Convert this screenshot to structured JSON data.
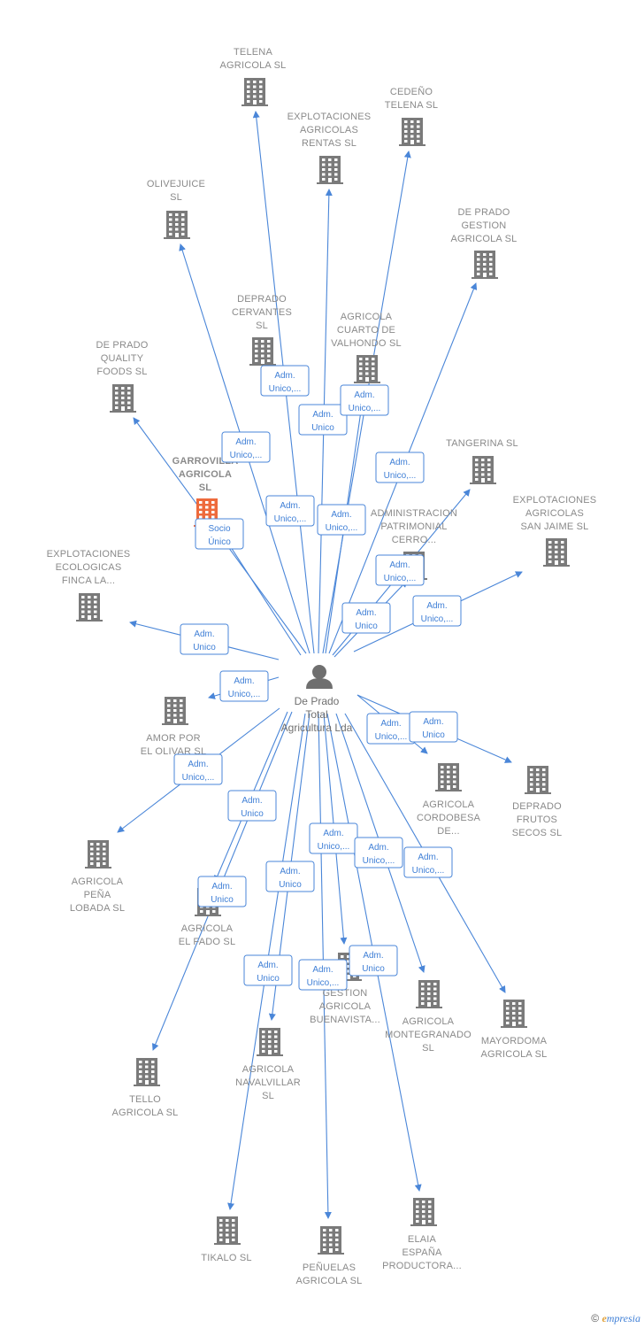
{
  "colors": {
    "edge": "#4a86d8",
    "building": "#7a7a7a",
    "highlight": "#ee6a3c",
    "person": "#6f6f6f",
    "label": "#8a8a8a"
  },
  "center": {
    "name": "center-person",
    "icon": "person-icon",
    "label": [
      "De Prado",
      "Total",
      "Agricultura Lda"
    ]
  },
  "nodes": [
    {
      "id": "telena",
      "label": [
        "TELENA",
        "AGRICOLA  SL"
      ]
    },
    {
      "id": "cedeno",
      "label": [
        "CEDEÑO",
        "TELENA  SL"
      ]
    },
    {
      "id": "explot-rentas",
      "label": [
        "EXPLOTACIONES",
        "AGRICOLAS",
        "RENTAS  SL"
      ]
    },
    {
      "id": "olivejuice",
      "label": [
        "OLIVEJUICE",
        "SL"
      ]
    },
    {
      "id": "deprado-gestion",
      "label": [
        "DE PRADO",
        "GESTION",
        "AGRICOLA  SL"
      ]
    },
    {
      "id": "deprado-cervantes",
      "label": [
        "DEPRADO",
        "CERVANTES",
        "SL"
      ]
    },
    {
      "id": "cuarto-valhondo",
      "label": [
        "AGRICOLA",
        "CUARTO DE",
        "VALHONDO  SL"
      ]
    },
    {
      "id": "deprado-quality",
      "label": [
        "DE PRADO",
        "QUALITY",
        "FOODS  SL"
      ]
    },
    {
      "id": "garrovilla",
      "label": [
        "GARROVILLA",
        "AGRICOLA",
        "SL"
      ],
      "highlight": true
    },
    {
      "id": "tangerina",
      "label": [
        "TANGERINA SL"
      ]
    },
    {
      "id": "admin-patrimonial",
      "label": [
        "ADMINISTRACION",
        "PATRIMONIAL",
        "CERRO..."
      ]
    },
    {
      "id": "san-jaime",
      "label": [
        "EXPLOTACIONES",
        "AGRICOLAS",
        "SAN JAIME  SL"
      ]
    },
    {
      "id": "finca-la",
      "label": [
        "EXPLOTACIONES",
        "ECOLOGICAS",
        "FINCA LA..."
      ]
    },
    {
      "id": "amor-olivar",
      "label": [
        "AMOR POR",
        "EL OLIVAR  SL"
      ]
    },
    {
      "id": "cordobesa",
      "label": [
        "AGRICOLA",
        "CORDOBESA",
        "DE..."
      ]
    },
    {
      "id": "deprado-frutos",
      "label": [
        "DEPRADO",
        "FRUTOS",
        "SECOS  SL"
      ]
    },
    {
      "id": "pena-lobada",
      "label": [
        "AGRICOLA",
        "PEÑA",
        "LOBADA  SL"
      ]
    },
    {
      "id": "el-fado",
      "label": [
        "AGRICOLA",
        "EL FADO  SL"
      ]
    },
    {
      "id": "buenavista",
      "label": [
        "GESTION",
        "AGRICOLA",
        "BUENAVISTA..."
      ]
    },
    {
      "id": "montegranado",
      "label": [
        "AGRICOLA",
        "MONTEGRANADO",
        "SL"
      ]
    },
    {
      "id": "mayordoma",
      "label": [
        "MAYORDOMA",
        "AGRICOLA  SL"
      ]
    },
    {
      "id": "tello",
      "label": [
        "TELLO",
        "AGRICOLA  SL"
      ]
    },
    {
      "id": "navalvillar",
      "label": [
        "AGRICOLA",
        "NAVALVILLAR",
        "SL"
      ]
    },
    {
      "id": "tikalo",
      "label": [
        "TIKALO SL"
      ]
    },
    {
      "id": "penuelas",
      "label": [
        "PEÑUELAS",
        "AGRICOLA  SL"
      ]
    },
    {
      "id": "elaia",
      "label": [
        "ELAIA",
        "ESPAÑA",
        "PRODUCTORA..."
      ]
    }
  ],
  "edges": [
    {
      "to": "telena",
      "role": [
        "Adm.",
        "Unico,..."
      ]
    },
    {
      "to": "explot-rentas",
      "role": [
        "Adm.",
        "Unico"
      ]
    },
    {
      "to": "cedeno",
      "role": [
        "Adm.",
        "Unico,..."
      ]
    },
    {
      "to": "olivejuice",
      "role": [
        "Adm.",
        "Unico,..."
      ]
    },
    {
      "to": "deprado-gestion",
      "role": [
        "Adm.",
        "Unico,..."
      ]
    },
    {
      "to": "cuarto-valhondo",
      "role": [
        "Adm.",
        "Unico,..."
      ]
    },
    {
      "to": "deprado-quality",
      "role": [
        "Adm.",
        "Unico,..."
      ]
    },
    {
      "to": "garrovilla",
      "role": [
        "Socio",
        "Único"
      ]
    },
    {
      "to": "tangerina",
      "role": [
        "Adm.",
        "Unico,..."
      ]
    },
    {
      "to": "admin-patrimonial",
      "role": [
        "Adm.",
        "Unico"
      ]
    },
    {
      "to": "san-jaime",
      "role": [
        "Adm.",
        "Unico,..."
      ]
    },
    {
      "to": "finca-la",
      "role": [
        "Adm.",
        "Unico"
      ]
    },
    {
      "to": "amor-olivar",
      "role": [
        "Adm.",
        "Unico,..."
      ]
    },
    {
      "to": "cordobesa",
      "role": [
        "Adm.",
        "Unico,..."
      ]
    },
    {
      "to": "deprado-frutos",
      "role": [
        "Adm.",
        "Unico"
      ]
    },
    {
      "to": "pena-lobada",
      "role": [
        "Adm.",
        "Unico,..."
      ]
    },
    {
      "to": "tello",
      "role": [
        "Adm.",
        "Unico"
      ]
    },
    {
      "to": "el-fado",
      "role": [
        "Adm.",
        "Unico"
      ]
    },
    {
      "to": "tikalo",
      "role": [
        "Adm.",
        "Unico"
      ]
    },
    {
      "to": "navalvillar",
      "role": [
        "Adm.",
        "Unico"
      ]
    },
    {
      "to": "penuelas",
      "role": [
        "Adm.",
        "Unico,..."
      ]
    },
    {
      "to": "buenavista",
      "role": [
        "Adm.",
        "Unico,..."
      ]
    },
    {
      "to": "elaia",
      "role": [
        "Adm.",
        "Unico"
      ]
    },
    {
      "to": "montegranado",
      "role": [
        "Adm.",
        "Unico,..."
      ]
    },
    {
      "to": "mayordoma",
      "role": [
        "Adm.",
        "Unico,..."
      ]
    }
  ],
  "footer": {
    "copyright": "©",
    "brand_first": "e",
    "brand_rest": "mpresia"
  }
}
